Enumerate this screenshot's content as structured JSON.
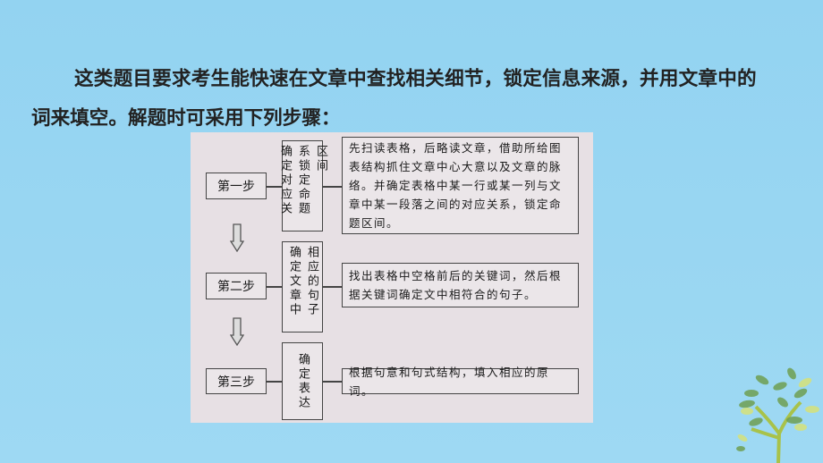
{
  "intro": {
    "line1": "这类题目要求考生能快速在文章中查找相关细节，锁定信息来源，并用文章中的",
    "line2": "词来填空。解题时可采用下列步骤："
  },
  "steps": [
    {
      "label": "第一步",
      "action": "确定对应关系锁定命题区间",
      "desc": "先扫读表格，后略读文章，借助所给图表结构抓住文章中心大意以及文章的脉络。并确定表格中某一行或某一列与文章中某一段落之间的对应关系，锁定命题区间。"
    },
    {
      "label": "第二步",
      "action": "确定文章中相应的句子",
      "desc": "找出表格中空格前后的关键词，然后根据关键词确定文中相符合的句子。"
    },
    {
      "label": "第三步",
      "action": "确定表达",
      "desc": "根据句意和句式结构，填入相应的原词。"
    }
  ],
  "colors": {
    "background": "#9ed9f3",
    "panel": "#e7e0e4"
  },
  "decoration": "tree-icon"
}
